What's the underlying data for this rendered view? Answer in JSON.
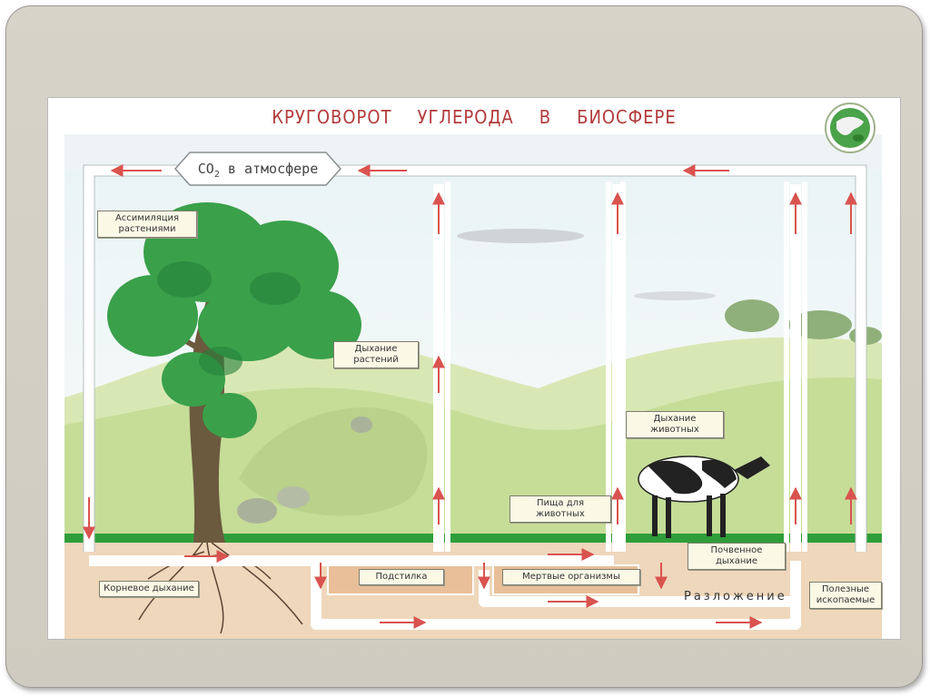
{
  "title": [
    "КРУГОВОРОТ",
    "УГЛЕРОДА",
    "В",
    "БИОСФЕРЕ"
  ],
  "atmosphere": {
    "prefix": "CO",
    "subscript": "2",
    "suffix": " в атмосфере"
  },
  "labels": {
    "assimilation": "Ассимиляция растениями",
    "plant_respiration": "Дыхание растений",
    "animal_respiration": "Дыхание животных",
    "animal_food": "Пища для животных",
    "root_respiration": "Корневое дыхание",
    "litter": "Подстилка",
    "dead_organisms": "Мертвые организмы",
    "soil_respiration": "Почвенное дыхание",
    "minerals": "Полезные ископаемые",
    "decomposition": "Разложение"
  },
  "colors": {
    "title": "#b23a3a",
    "arrow": "#d9534f",
    "grass": "#2f9e3a",
    "hill": "#cfe3a6",
    "soil": "#e9c6a0",
    "tree": "#3aa04a"
  },
  "icons": [
    "globe-icon",
    "tree-icon",
    "cow-icon"
  ]
}
